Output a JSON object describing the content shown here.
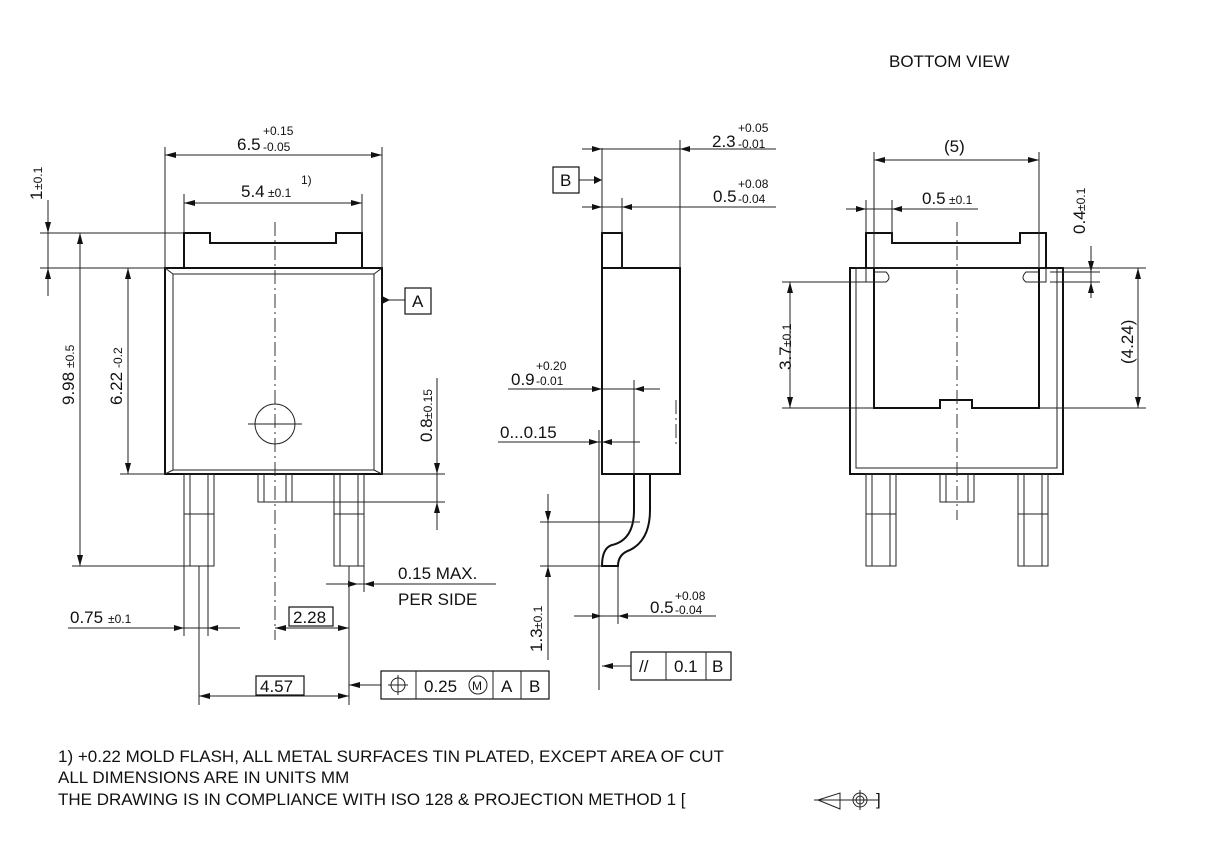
{
  "title": "BOTTOM VIEW",
  "dimensions": {
    "width_total": {
      "nominal": "6.5",
      "tol_plus": "+0.15",
      "tol_minus": "-0.05"
    },
    "tab_width": {
      "nominal": "5.4",
      "tol": "±0.1",
      "note": "1)"
    },
    "tab_height": {
      "nominal": "1",
      "tol": "±0.1"
    },
    "total_height": {
      "nominal": "9.98",
      "tol": "±0.5"
    },
    "body_height": {
      "nominal": "6.22",
      "tol": "-0.2"
    },
    "lead_stub": {
      "nominal": "0.8",
      "tol": "±0.15"
    },
    "lead_width": {
      "nominal": "0.75",
      "tol": "±0.1"
    },
    "pitch": "2.28",
    "pitch_double": "4.57",
    "mold_protrusion_1": "0.15 MAX.",
    "mold_protrusion_2": "PER SIDE",
    "side_thickness": {
      "nominal": "2.3",
      "tol_plus": "+0.05",
      "tol_minus": "-0.01"
    },
    "side_tab_thickness": {
      "nominal": "0.5",
      "tol_plus": "+0.08",
      "tol_minus": "-0.04"
    },
    "side_step": {
      "nominal": "0.9",
      "tol_plus": "+0.20",
      "tol_minus": "-0.01"
    },
    "side_standoff": "0...0.15",
    "side_foot_height": {
      "nominal": "1.3",
      "tol": "±0.1"
    },
    "side_lead_thickness": {
      "nominal": "0.5",
      "tol_plus": "+0.08",
      "tol_minus": "-0.04"
    },
    "bottom_width": "(5)",
    "bottom_slot": {
      "nominal": "0.5",
      "tol": "±0.1"
    },
    "bottom_slot_depth": {
      "nominal": "0.4",
      "tol": "±0.1"
    },
    "bottom_pad_height": {
      "nominal": "3.7",
      "tol": "±0.1"
    },
    "bottom_pad_total": "(4.24)"
  },
  "datums": {
    "a": "A",
    "b": "B"
  },
  "position_tolerance": {
    "value": "0.25",
    "modifier": "M",
    "datum1": "A",
    "datum2": "B"
  },
  "parallelism": {
    "symbol": "//",
    "value": "0.1",
    "datum": "B"
  },
  "notes": {
    "line1": "1) +0.22 MOLD FLASH, ALL METAL SURFACES TIN PLATED, EXCEPT AREA OF CUT",
    "line2": "ALL DIMENSIONS ARE IN UNITS MM",
    "line3": "THE DRAWING IS IN COMPLIANCE WITH ISO 128 & PROJECTION METHOD 1 [",
    "line3_end": "]"
  }
}
